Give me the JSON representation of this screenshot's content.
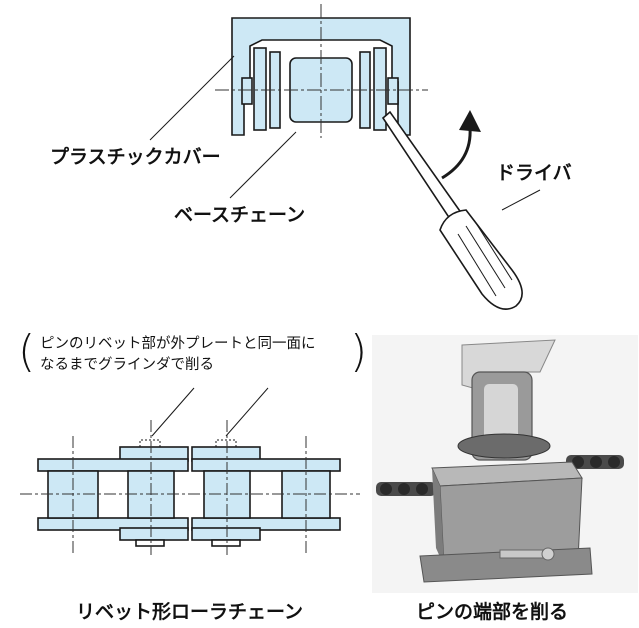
{
  "labels": {
    "plastic_cover": "プラスチックカバー",
    "base_chain": "ベースチェーン",
    "driver": "ドライバ",
    "rivet_note_line1": "ピンのリベット部が外プレートと同一面に",
    "rivet_note_line2": "なるまでグラインダで削る",
    "rivet_roller_chain": "リベット形ローラチェーン",
    "grind_pin_ends": "ピンの端部を削る"
  },
  "colors": {
    "fill": "#cde8f5",
    "stroke": "#1a1a1a",
    "metal": "#8c8c8c"
  }
}
